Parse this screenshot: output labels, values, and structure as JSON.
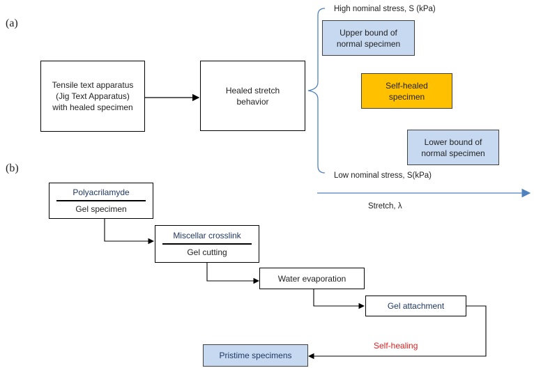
{
  "panel_a": {
    "label": "(a)",
    "apparatus_box": "Tensile text apparatus (Jig Text Apparatus) with healed specimen",
    "behavior_box": "Healed stretch behavior",
    "high_stress_label": "High nominal stress, S (kPa)",
    "upper_bound_box": "Upper bound  of normal specimen",
    "self_healed_box": "Self-healed specimen",
    "lower_bound_box": "Lower bound  of normal specimen",
    "low_stress_label": "Low nominal stress, S(kPa)",
    "stretch_label": "Stretch, λ",
    "colors": {
      "blue_fill": "#c6d9f0",
      "orange_fill": "#ffc000",
      "axis_blue": "#4f81bd"
    }
  },
  "panel_b": {
    "label": "(b)",
    "step1_top": "Polyacrilamyde",
    "step1_bottom": "Gel specimen",
    "step2_top": "Miscellar crosslink",
    "step2_bottom": "Gel cutting",
    "step3": "Water evaporation",
    "step4": "Gel attachment",
    "self_healing_label": "Self-healing",
    "result_box": "Pristime specimens",
    "colors": {
      "self_healing_red": "#e02020"
    }
  }
}
